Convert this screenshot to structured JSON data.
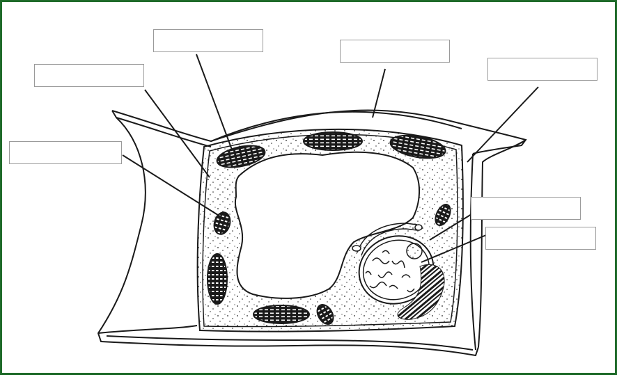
{
  "diagram": {
    "labels": [
      {
        "id": "label-1",
        "text": ""
      },
      {
        "id": "label-2",
        "text": ""
      },
      {
        "id": "label-3",
        "text": ""
      },
      {
        "id": "label-4",
        "text": ""
      },
      {
        "id": "label-5",
        "text": ""
      },
      {
        "id": "label-6",
        "text": ""
      },
      {
        "id": "label-7",
        "text": ""
      },
      {
        "id": "label-8",
        "text": ""
      }
    ]
  },
  "colors": {
    "frame_border": "#1f6b2a",
    "ink": "#1a1a1a",
    "label_border": "#9a9a9a"
  }
}
